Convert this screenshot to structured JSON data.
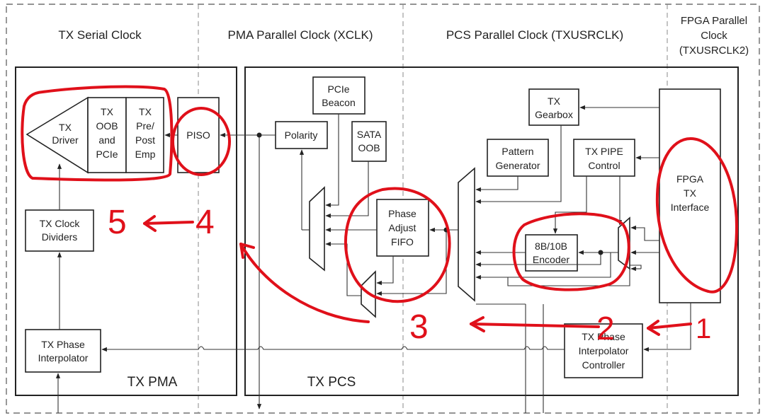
{
  "domains": {
    "tx_serial_clock": "TX Serial Clock",
    "pma_parallel_clock": "PMA Parallel Clock (XCLK)",
    "pcs_parallel_clock": "PCS Parallel Clock (TXUSRCLK)",
    "fpga_parallel_clock_l1": "FPGA Parallel",
    "fpga_parallel_clock_l2": "Clock",
    "fpga_parallel_clock_l3": "(TXUSRCLK2)"
  },
  "regions": {
    "tx_pma": "TX PMA",
    "tx_pcs": "TX PCS"
  },
  "blocks": {
    "tx_driver": [
      "TX",
      "Driver"
    ],
    "tx_oob_pcie": [
      "TX",
      "OOB",
      "and",
      "PCIe"
    ],
    "tx_pre_post_emp": [
      "TX",
      "Pre/",
      "Post",
      "Emp"
    ],
    "piso": [
      "PISO"
    ],
    "tx_clock_dividers": [
      "TX Clock",
      "Dividers"
    ],
    "tx_phase_interpolator": [
      "TX Phase",
      "Interpolator"
    ],
    "polarity": [
      "Polarity"
    ],
    "pcie_beacon": [
      "PCIe",
      "Beacon"
    ],
    "sata_oob": [
      "SATA",
      "OOB"
    ],
    "phase_adjust_fifo": [
      "Phase",
      "Adjust",
      "FIFO"
    ],
    "pattern_generator": [
      "Pattern",
      "Generator"
    ],
    "tx_gearbox": [
      "TX",
      "Gearbox"
    ],
    "tx_pipe_control": [
      "TX PIPE",
      "Control"
    ],
    "encoder_8b10b": [
      "8B/10B",
      "Encoder"
    ],
    "fpga_tx_interface": [
      "FPGA",
      "TX",
      "Interface"
    ],
    "tx_phase_interpolator_controller": [
      "TX Phase",
      "Interpolator",
      "Controller"
    ]
  },
  "annotations": {
    "step1": "1",
    "step2": "2",
    "step3": "3",
    "step4": "4",
    "step5": "5"
  },
  "colors": {
    "annotation": "#e0101a",
    "line": "#222222",
    "background": "#ffffff"
  }
}
